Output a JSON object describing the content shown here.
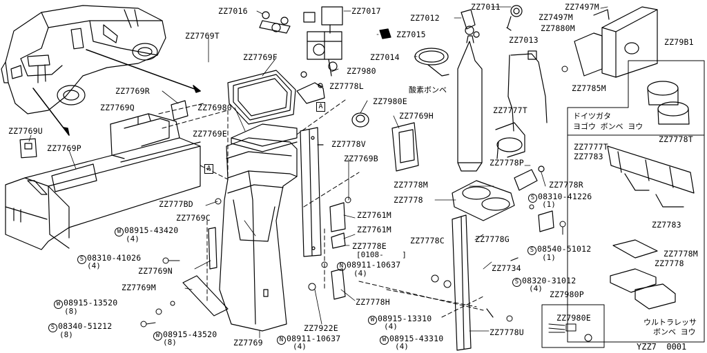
{
  "part_labels": [
    {
      "id": "zz7016",
      "text": "ZZ7016"
    },
    {
      "id": "zz7017",
      "text": "ZZ7017"
    },
    {
      "id": "zz7012",
      "text": "ZZ7012"
    },
    {
      "id": "zz7011",
      "text": "ZZ7011"
    },
    {
      "id": "zz7497m_a",
      "text": "ZZ7497M"
    },
    {
      "id": "zz7497m_b",
      "text": "ZZ7497M"
    },
    {
      "id": "zz7880m",
      "text": "ZZ7880M"
    },
    {
      "id": "zz7015",
      "text": "ZZ7015"
    },
    {
      "id": "zz7013",
      "text": "ZZ7013"
    },
    {
      "id": "zz79b1",
      "text": "ZZ79B1"
    },
    {
      "id": "zz7769t",
      "text": "ZZ7769T"
    },
    {
      "id": "zz7769f",
      "text": "ZZ7769F"
    },
    {
      "id": "zz7014",
      "text": "ZZ7014"
    },
    {
      "id": "zz7980",
      "text": "ZZ7980"
    },
    {
      "id": "zz7785m",
      "text": "ZZ7785M"
    },
    {
      "id": "zz7778l",
      "text": "ZZ7778L"
    },
    {
      "id": "zz7769r",
      "text": "ZZ7769R"
    },
    {
      "id": "zz7980e",
      "text": "ZZ7980E"
    },
    {
      "id": "zz7769q",
      "text": "ZZ7769Q"
    },
    {
      "id": "zz76980",
      "text": "ZZ76980"
    },
    {
      "id": "zz7769h",
      "text": "ZZ7769H"
    },
    {
      "id": "zz7777t_a",
      "text": "ZZ7777T"
    },
    {
      "id": "zz7769u",
      "text": "ZZ7769U"
    },
    {
      "id": "zz7769e",
      "text": "ZZ7769E"
    },
    {
      "id": "zz7778v",
      "text": "ZZ7778V"
    },
    {
      "id": "zz7778t",
      "text": "ZZ7778T"
    },
    {
      "id": "zz7769p",
      "text": "ZZ7769P"
    },
    {
      "id": "zz7769b",
      "text": "ZZ7769B"
    },
    {
      "id": "zz7777t_b",
      "text": "ZZ7777T"
    },
    {
      "id": "zz7783_a",
      "text": "ZZ7783"
    },
    {
      "id": "zz7778p",
      "text": "ZZ7778P"
    },
    {
      "id": "zz7778m_a",
      "text": "ZZ7778M"
    },
    {
      "id": "zz7778r",
      "text": "ZZ7778R"
    },
    {
      "id": "zz7778_a",
      "text": "ZZ7778"
    },
    {
      "id": "zz7777bd",
      "text": "ZZ777BD"
    },
    {
      "id": "zz7761m_a",
      "text": "ZZ7761M"
    },
    {
      "id": "zz7769c",
      "text": "ZZ7769C"
    },
    {
      "id": "zz7761m_b",
      "text": "ZZ7761M"
    },
    {
      "id": "zz7783_b",
      "text": "ZZ7783"
    },
    {
      "id": "zz7778c",
      "text": "ZZ7778C"
    },
    {
      "id": "zz7778g",
      "text": "ZZ7778G"
    },
    {
      "id": "zz7778e",
      "text": "ZZ7778E"
    },
    {
      "id": "zz7778m_b",
      "text": "ZZ7778M"
    },
    {
      "id": "zz7778_b",
      "text": "ZZ7778"
    },
    {
      "id": "zz7769n",
      "text": "ZZ7769N"
    },
    {
      "id": "zz7734",
      "text": "ZZ7734"
    },
    {
      "id": "zz7769m",
      "text": "ZZ7769M"
    },
    {
      "id": "zz7778h",
      "text": "ZZ7778H"
    },
    {
      "id": "zz7980p",
      "text": "ZZ7980P"
    },
    {
      "id": "zz7980e_b",
      "text": "ZZ7980E"
    },
    {
      "id": "zz7922e",
      "text": "ZZ7922E"
    },
    {
      "id": "zz7778u",
      "text": "ZZ7778U"
    },
    {
      "id": "zz7769",
      "text": "ZZ7769"
    }
  ],
  "std_parts": [
    {
      "id": "w08915_43420",
      "prefix": "W",
      "number": "08915-43420",
      "qty": "(4)"
    },
    {
      "id": "s08310_41026",
      "prefix": "S",
      "number": "08310-41026",
      "qty": "(4)"
    },
    {
      "id": "w08915_13520",
      "prefix": "W",
      "number": "08915-13520",
      "qty": "(8)"
    },
    {
      "id": "s08340_51212",
      "prefix": "S",
      "number": "08340-51212",
      "qty": "(8)"
    },
    {
      "id": "w08915_43520",
      "prefix": "W",
      "number": "08915-43520",
      "qty": "(8)"
    },
    {
      "id": "s08310_41226",
      "prefix": "S",
      "number": "08310-41226",
      "qty": "(1)"
    },
    {
      "id": "s08540_51012",
      "prefix": "S",
      "number": "08540-51012",
      "qty": "(1)"
    },
    {
      "id": "n08911_10637_a",
      "prefix": "N",
      "number": "08911-10637",
      "qty": "(4)"
    },
    {
      "id": "s08320_31012",
      "prefix": "S",
      "number": "08320-31012",
      "qty": "(4)"
    },
    {
      "id": "w08915_13310",
      "prefix": "W",
      "number": "08915-13310",
      "qty": "(4)"
    },
    {
      "id": "w08915_43310",
      "prefix": "W",
      "number": "08915-43310",
      "qty": "(4)"
    },
    {
      "id": "n08911_10637_b",
      "prefix": "N",
      "number": "08911-10637",
      "qty": "(4)"
    }
  ],
  "date_note": "[0108-    ]",
  "callout_letter": "A",
  "japanese_notes": {
    "acid_cylinder": "酸素ボンベ",
    "german_line1": "ドイツガタ",
    "german_line2": "ヨゴウ ボンベ ヨウ",
    "ultra_line1": "ウルトラレッサ",
    "ultra_line2": "ボンベ ヨウ"
  },
  "diagram_code": "YZZ7  0001"
}
